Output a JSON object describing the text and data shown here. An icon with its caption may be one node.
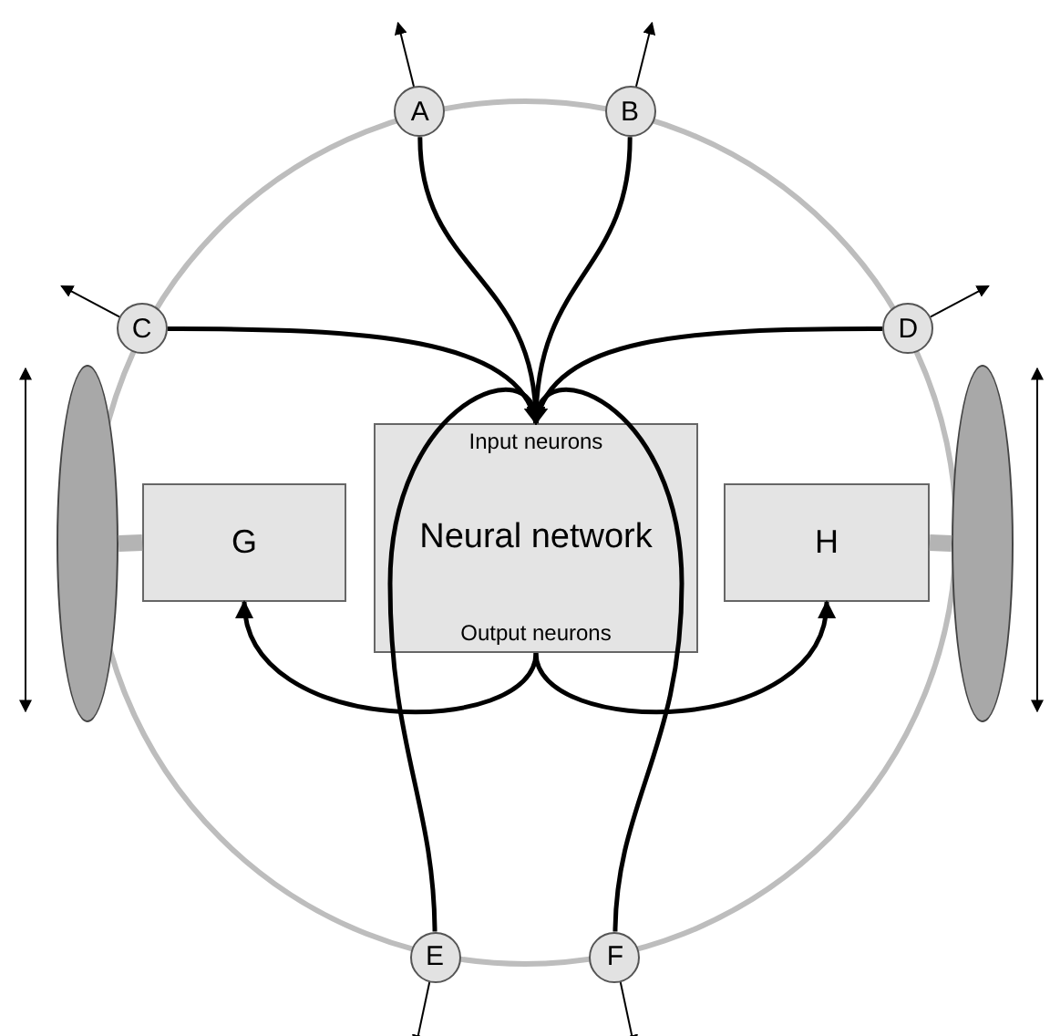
{
  "diagram": {
    "nodes": [
      {
        "text": [],
        "shape": "circle"
      },
      {
        "text": [
          "A"
        ]
      },
      {
        "text": [
          "B"
        ]
      },
      {
        "text": [
          "C"
        ]
      },
      {
        "text": [
          "D"
        ]
      },
      {
        "text": [
          "Input neurons",
          "Neural network",
          "Output neurons"
        ],
        "in": 0
      },
      {
        "text": [],
        "shape": "ellipse"
      },
      {
        "text": [
          "G"
        ],
        "in": 0
      },
      {
        "text": [
          "H"
        ],
        "in": 0
      },
      {
        "text": [],
        "shape": "ellipse"
      },
      {
        "text": [
          "E"
        ]
      },
      {
        "text": [
          "F"
        ]
      }
    ],
    "edges": [
      {
        "from": 1,
        "to": 5,
        "arrow": "to"
      },
      {
        "from": 2,
        "to": 5,
        "arrow": "to"
      },
      {
        "from": 3,
        "to": 5,
        "arrow": "to"
      },
      {
        "from": 4,
        "to": 5,
        "arrow": "to"
      },
      {
        "from": 10,
        "to": 5,
        "arrow": "to"
      },
      {
        "from": 11,
        "to": 5,
        "arrow": "to"
      },
      {
        "from": 5,
        "to": 7,
        "arrow": "to"
      },
      {
        "from": 5,
        "to": 8,
        "arrow": "to"
      },
      {
        "from": 7,
        "to": 6,
        "arrow": "none",
        "style": "thick",
        "color": "#b4b4b4"
      },
      {
        "from": 8,
        "to": 9,
        "arrow": "none",
        "style": "thick",
        "color": "#b4b4b4"
      },
      {
        "from": 1,
        "to": null,
        "arrow": "to"
      },
      {
        "from": 2,
        "to": null,
        "arrow": "to"
      },
      {
        "from": 3,
        "to": null,
        "arrow": "to"
      },
      {
        "from": 4,
        "to": null,
        "arrow": "to"
      },
      {
        "from": 10,
        "to": null,
        "arrow": "to"
      },
      {
        "from": 11,
        "to": null,
        "arrow": "to"
      }
    ]
  }
}
